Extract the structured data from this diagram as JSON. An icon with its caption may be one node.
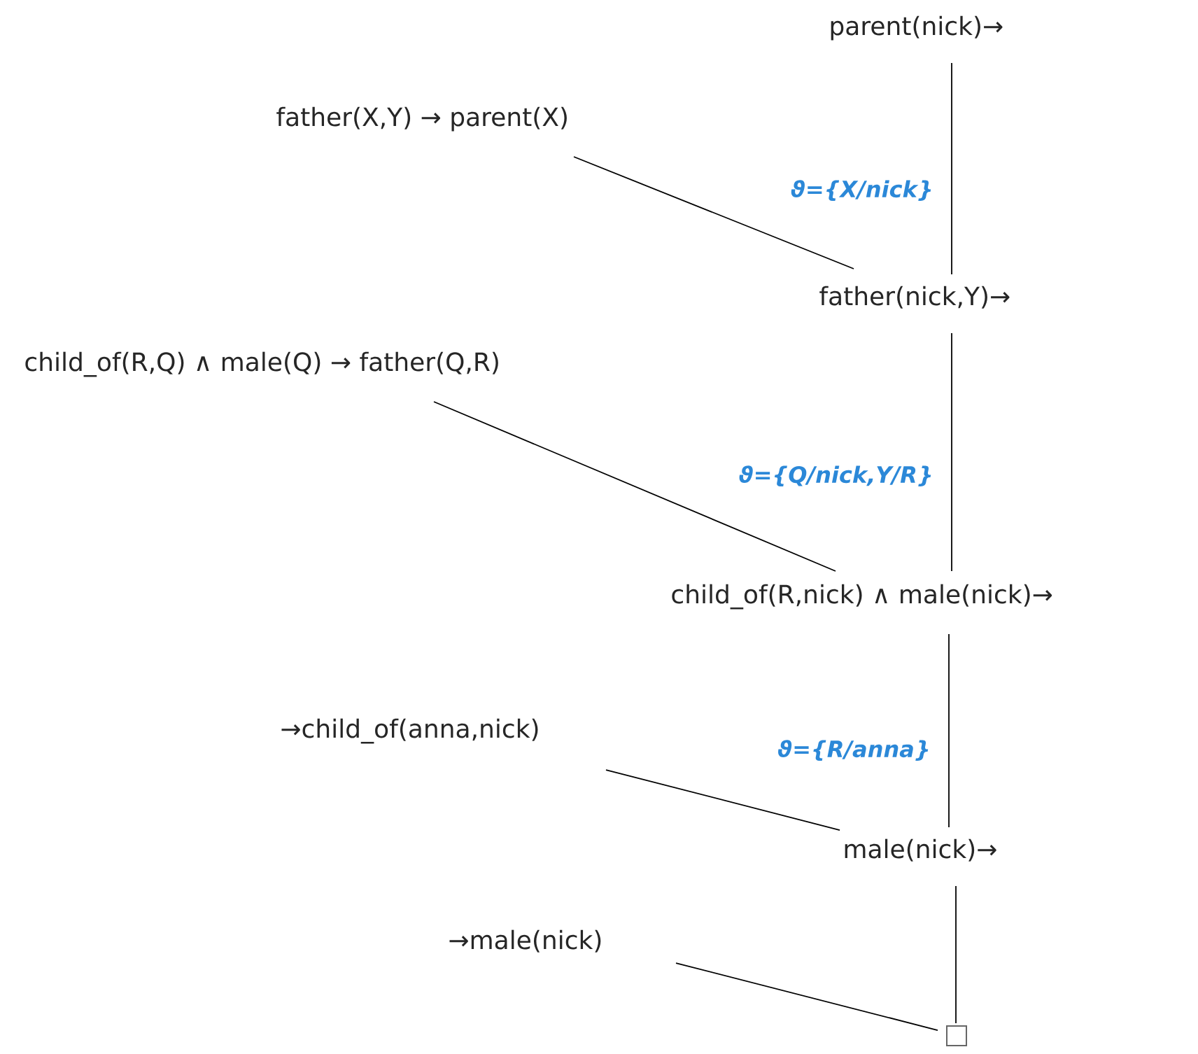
{
  "diagram": {
    "nodes": [
      {
        "text": [
          "parent(nick)→"
        ]
      },
      {
        "text": [
          "father(X,Y) →  parent(X)"
        ]
      },
      {
        "text": [
          "father(nick,Y)→"
        ]
      },
      {
        "text": [
          "child_of(R,Q) ∧ male(Q) → father(Q,R)"
        ]
      },
      {
        "text": [
          "child_of(R,nick) ∧  male(nick)→"
        ]
      },
      {
        "text": [
          "→child_of(anna,nick)"
        ]
      },
      {
        "text": [
          "male(nick)→"
        ]
      },
      {
        "text": [
          "→male(nick)"
        ]
      },
      {
        "text": [],
        "shape": "box"
      }
    ],
    "edges": [
      {
        "from": 0,
        "to": 2,
        "arrow": "none",
        "label": "ϑ={X/nick}"
      },
      {
        "from": 1,
        "to": 2,
        "arrow": "none"
      },
      {
        "from": 2,
        "to": 4,
        "arrow": "none",
        "label": "ϑ={Q/nick,Y/R}"
      },
      {
        "from": 3,
        "to": 4,
        "arrow": "none"
      },
      {
        "from": 4,
        "to": 6,
        "arrow": "none",
        "label": "ϑ={R/anna}"
      },
      {
        "from": 5,
        "to": 6,
        "arrow": "none"
      },
      {
        "from": 6,
        "to": 8,
        "arrow": "none"
      },
      {
        "from": 7,
        "to": 8,
        "arrow": "none"
      }
    ]
  }
}
